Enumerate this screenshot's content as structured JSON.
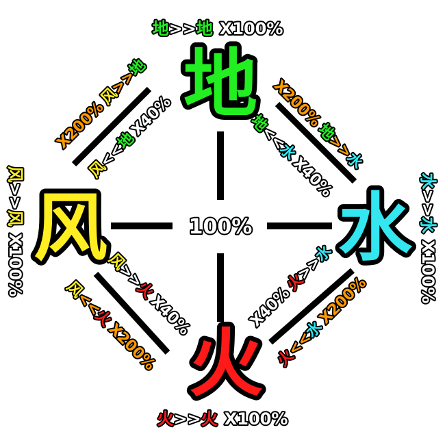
{
  "colors": {
    "earth": "#22ee22",
    "water": "#33e6f0",
    "fire": "#ff1a1a",
    "wind": "#ffee22",
    "orange": "#ff9900",
    "line": "#000000"
  },
  "center": {
    "label": "100%"
  },
  "elements": {
    "earth": {
      "glyph": "地"
    },
    "water": {
      "glyph": "水"
    },
    "fire": {
      "glyph": "火"
    },
    "wind": {
      "glyph": "风"
    }
  },
  "self_relations": {
    "earth": {
      "a": "地",
      "op": ">>",
      "b": "地",
      "mult": "X100%"
    },
    "water": {
      "a": "水",
      "op": ">>",
      "b": "水",
      "mult": "X100%"
    },
    "fire": {
      "a": "火",
      "op": ">>",
      "b": "火",
      "mult": "X100%"
    },
    "wind": {
      "a": "风",
      "op": ">>",
      "b": "风",
      "mult": "X100%"
    }
  },
  "pair_relations": {
    "earth_water": {
      "strong": {
        "mult": "X200%",
        "a": "地",
        "op": ">>",
        "b": "水"
      },
      "weak": {
        "a": "地",
        "op": "<<",
        "b": "水",
        "mult": "X40%"
      }
    },
    "water_fire": {
      "weak": {
        "mult": "X40%",
        "a": "火",
        "op": ">>",
        "b": "水"
      },
      "strong": {
        "a": "火",
        "op": "<<",
        "b": "水",
        "mult": "X200%"
      }
    },
    "fire_wind": {
      "weak": {
        "a": "风",
        "op": ">>",
        "b": "火",
        "mult": "X40%"
      },
      "strong": {
        "a": "风",
        "op": "<<",
        "b": "火",
        "mult": "X200%"
      }
    },
    "wind_earth": {
      "strong": {
        "mult": "X200%",
        "a": "风",
        "op": ">>",
        "b": "地"
      },
      "weak": {
        "a": "风",
        "op": "<<",
        "b": "地",
        "mult": "X40%"
      }
    }
  }
}
